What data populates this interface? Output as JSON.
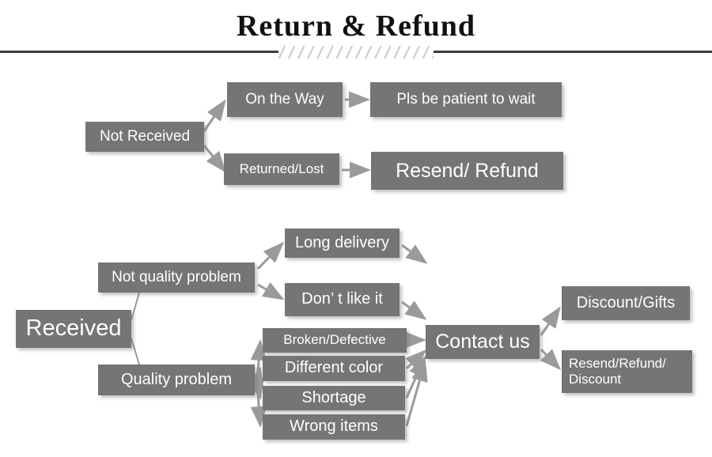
{
  "header": {
    "title": "Return & Refund",
    "divider_icon": "diagonal-hatch-divider"
  },
  "colors": {
    "box_fill": "#757575",
    "box_text": "#ffffff",
    "arrow": "#9a9a9a",
    "divider": "#3c3c3c",
    "hatch": "#c9c9c9",
    "background": "#ffffff"
  },
  "flow": {
    "branch_not_received": {
      "root": "Not Received",
      "nodes": [
        {
          "id": "on-the-way",
          "label": "On the Way"
        },
        {
          "id": "pls-be-patient",
          "label": "Pls be patient to wait"
        },
        {
          "id": "returned-lost",
          "label": "Returned/Lost"
        },
        {
          "id": "resend-refund",
          "label": "Resend/ Refund"
        }
      ]
    },
    "branch_received": {
      "root": "Received",
      "categories": [
        {
          "id": "not-quality-problem",
          "label": "Not quality problem"
        },
        {
          "id": "quality-problem",
          "label": "Quality problem"
        }
      ],
      "not_quality_reasons": [
        {
          "id": "long-delivery",
          "label": "Long delivery"
        },
        {
          "id": "dont-like-it",
          "label": "Don’  t like it"
        }
      ],
      "quality_reasons": [
        {
          "id": "broken-defective",
          "label": "Broken/Defective"
        },
        {
          "id": "different-color",
          "label": "Different color"
        },
        {
          "id": "shortage",
          "label": "Shortage"
        },
        {
          "id": "wrong-items",
          "label": "Wrong items"
        }
      ],
      "hub": {
        "id": "contact-us",
        "label": "Contact us"
      },
      "outcomes": [
        {
          "id": "discount-gifts",
          "label": "Discount/Gifts"
        },
        {
          "id": "resend-refund-discount",
          "label": "Resend/Refund/\nDiscount"
        }
      ]
    }
  }
}
